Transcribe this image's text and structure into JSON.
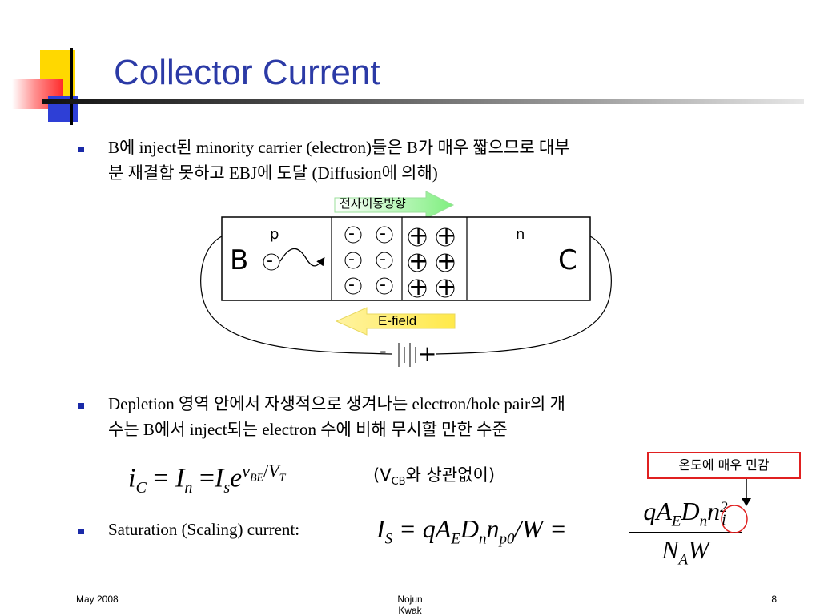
{
  "slide": {
    "title": "Collector Current",
    "bullet1": {
      "line1": "B에 inject된 minority carrier (electron)들은 B가 매우 짧으므로 대부",
      "line2": "분 재결합 못하고 EBJ에 도달 (Diffusion에 의해)"
    },
    "diagram": {
      "arrow_label": "전자이동방향",
      "p_label": "p",
      "n_label": "n",
      "b_label": "B",
      "c_label": "C",
      "electron": "-",
      "minus": "-",
      "plus": "+",
      "efield_label": "E-field",
      "battery_minus": "-",
      "battery_plus": "+"
    },
    "bullet2": {
      "line1": "Depletion 영역 안에서 자생적으로 생겨나는 electron/hole pair의 개",
      "line2": "수는 B에서 inject되는 electron 수에 비해 무시할 만한 수준"
    },
    "eq1": {
      "lhs": "i",
      "lhs_sub": "C",
      "eq": "=",
      "in": "I",
      "in_sub": "n",
      "is": "I",
      "is_sub": "s",
      "e": "e",
      "exp_num": "v",
      "exp_num_sub": "BE",
      "exp_slash": "/",
      "exp_den": "V",
      "exp_den_sub": "T"
    },
    "note": {
      "open": "(V",
      "sub": "CB",
      "rest": "와 상관없이)"
    },
    "temp_note": "온도에 매우 민감",
    "bullet3": {
      "label": "Saturation (Scaling) current:",
      "eq_lhs": "I",
      "eq_lhs_sub": "S",
      "eq_mid": "= qA",
      "eq_mid_sub_e": "E",
      "eq_d": "D",
      "eq_d_sub": "n",
      "eq_n": "n",
      "eq_n_sub": "p0",
      "eq_slash": "/W =",
      "frac_num": "qA",
      "frac_num_sub_e": "E",
      "frac_num_d": "D",
      "frac_num_d_sub": "n",
      "frac_num_n": "n",
      "frac_num_n_sub": "i",
      "frac_num_n_sup": "2",
      "frac_den": "N",
      "frac_den_sub": "A",
      "frac_den_w": "W"
    }
  },
  "footer": {
    "date": "May 2008",
    "author": "Nojun Kwak",
    "page": "8"
  }
}
